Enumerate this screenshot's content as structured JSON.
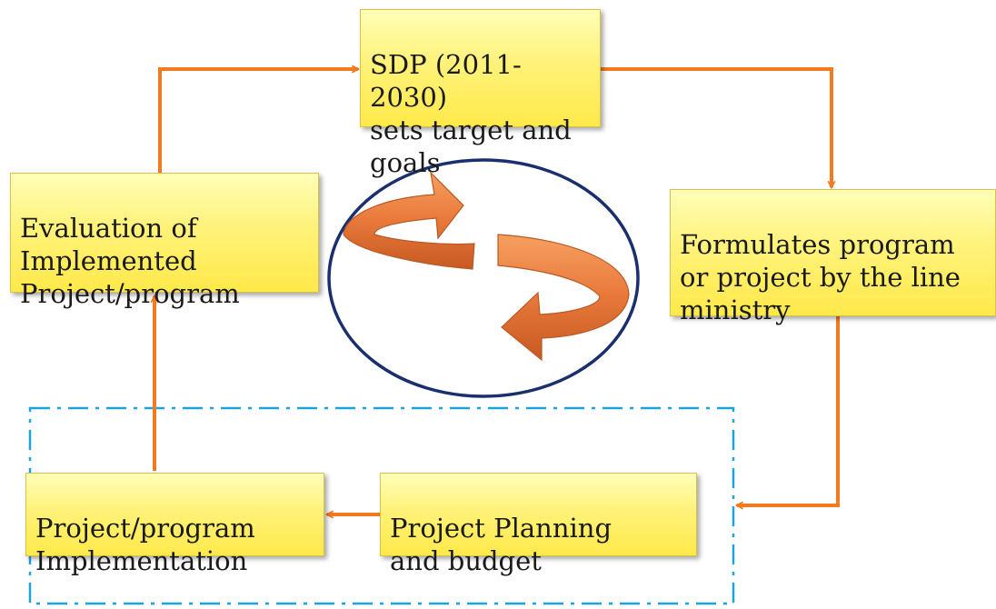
{
  "boxes": {
    "sdp": "SDP (2011-2030)\nsets target and\ngoals",
    "formulate": "Formulates program\nor project by the line\nministry",
    "planning": " Project Planning\nand budget",
    "implementation": "Project/program\nImplementation",
    "evaluation": "Evaluation of\nImplemented\nProject/program"
  },
  "colors": {
    "connector": "#f47a20",
    "box_fill": "#fff27a",
    "dashed_frame": "#1aa3e0",
    "ellipse_outline": "#1a2f6e",
    "cycle_arrow": "#e8783a"
  },
  "icons": {
    "center": "cycle-arrows-icon"
  }
}
